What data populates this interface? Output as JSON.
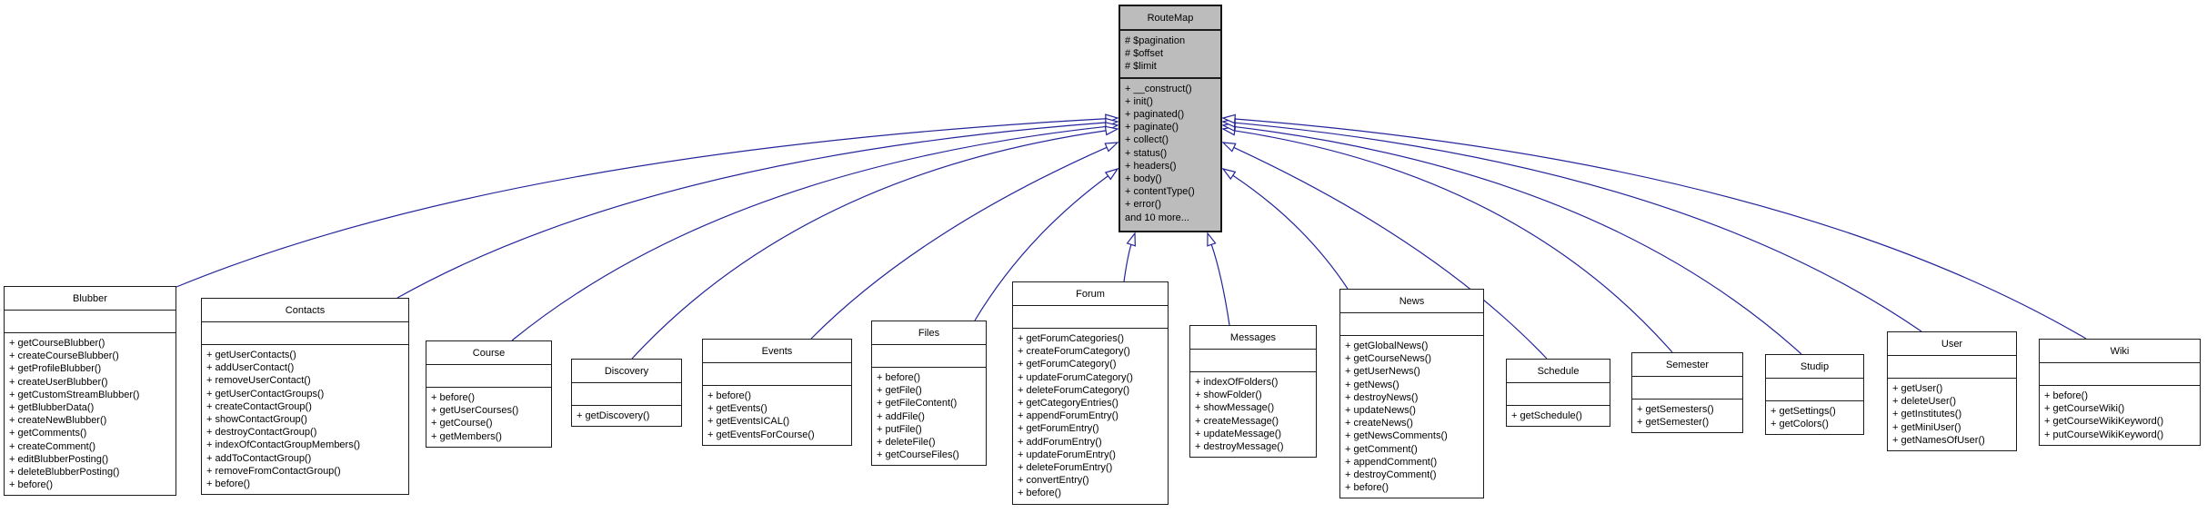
{
  "colors": {
    "edge": "#24249a",
    "highlight_fill": "#bcbcbc",
    "node_fill": "#ffffff",
    "border": "#1c1c1c",
    "arrow_fill": "#ffffff"
  },
  "classes": [
    {
      "name": "RouteMap",
      "highlighted": true,
      "attributes": [
        "# $pagination",
        "# $offset",
        "# $limit"
      ],
      "methods": [
        "+ __construct()",
        "+ init()",
        "+ paginated()",
        "+ paginate()",
        "+ collect()",
        "+ status()",
        "+ headers()",
        "+ body()",
        "+ contentType()",
        "+ error()"
      ],
      "overflow": "and 10 more..."
    },
    {
      "name": "Blubber",
      "attributes": [],
      "methods": [
        "+ getCourseBlubber()",
        "+ createCourseBlubber()",
        "+ getProfileBlubber()",
        "+ createUserBlubber()",
        "+ getCustomStreamBlubber()",
        "+ getBlubberData()",
        "+ createNewBlubber()",
        "+ getComments()",
        "+ createComment()",
        "+ editBlubberPosting()",
        "+ deleteBlubberPosting()",
        "+ before()"
      ]
    },
    {
      "name": "Contacts",
      "attributes": [],
      "methods": [
        "+ getUserContacts()",
        "+ addUserContact()",
        "+ removeUserContact()",
        "+ getUserContactGroups()",
        "+ createContactGroup()",
        "+ showContactGroup()",
        "+ destroyContactGroup()",
        "+ indexOfContactGroupMembers()",
        "+ addToContactGroup()",
        "+ removeFromContactGroup()",
        "+ before()"
      ]
    },
    {
      "name": "Course",
      "attributes": [],
      "methods": [
        "+ before()",
        "+ getUserCourses()",
        "+ getCourse()",
        "+ getMembers()"
      ]
    },
    {
      "name": "Discovery",
      "attributes": [],
      "methods": [
        "+ getDiscovery()"
      ]
    },
    {
      "name": "Events",
      "attributes": [],
      "methods": [
        "+ before()",
        "+ getEvents()",
        "+ getEventsICAL()",
        "+ getEventsForCourse()"
      ]
    },
    {
      "name": "Files",
      "attributes": [],
      "methods": [
        "+ before()",
        "+ getFile()",
        "+ getFileContent()",
        "+ addFile()",
        "+ putFile()",
        "+ deleteFile()",
        "+ getCourseFiles()"
      ]
    },
    {
      "name": "Forum",
      "attributes": [],
      "methods": [
        "+ getForumCategories()",
        "+ createForumCategory()",
        "+ getForumCategory()",
        "+ updateForumCategory()",
        "+ deleteForumCategory()",
        "+ getCategoryEntries()",
        "+ appendForumEntry()",
        "+ getForumEntry()",
        "+ addForumEntry()",
        "+ updateForumEntry()",
        "+ deleteForumEntry()",
        "+ convertEntry()",
        "+ before()"
      ]
    },
    {
      "name": "Messages",
      "attributes": [],
      "methods": [
        "+ indexOfFolders()",
        "+ showFolder()",
        "+ showMessage()",
        "+ createMessage()",
        "+ updateMessage()",
        "+ destroyMessage()"
      ]
    },
    {
      "name": "News",
      "attributes": [],
      "methods": [
        "+ getGlobalNews()",
        "+ getCourseNews()",
        "+ getUserNews()",
        "+ getNews()",
        "+ destroyNews()",
        "+ updateNews()",
        "+ createNews()",
        "+ getNewsComments()",
        "+ getComment()",
        "+ appendComment()",
        "+ destroyComment()",
        "+ before()"
      ]
    },
    {
      "name": "Schedule",
      "attributes": [],
      "methods": [
        "+ getSchedule()"
      ]
    },
    {
      "name": "Semester",
      "attributes": [],
      "methods": [
        "+ getSemesters()",
        "+ getSemester()"
      ]
    },
    {
      "name": "Studip",
      "attributes": [],
      "methods": [
        "+ getSettings()",
        "+ getColors()"
      ]
    },
    {
      "name": "User",
      "attributes": [],
      "methods": [
        "+ getUser()",
        "+ deleteUser()",
        "+ getInstitutes()",
        "+ getMiniUser()",
        "+ getNamesOfUser()"
      ]
    },
    {
      "name": "Wiki",
      "attributes": [],
      "methods": [
        "+ before()",
        "+ getCourseWiki()",
        "+ getCourseWikiKeyword()",
        "+ putCourseWikiKeyword()"
      ]
    }
  ],
  "relationships": [
    {
      "from": "Blubber",
      "to": "RouteMap",
      "type": "generalization"
    },
    {
      "from": "Contacts",
      "to": "RouteMap",
      "type": "generalization"
    },
    {
      "from": "Course",
      "to": "RouteMap",
      "type": "generalization"
    },
    {
      "from": "Discovery",
      "to": "RouteMap",
      "type": "generalization"
    },
    {
      "from": "Events",
      "to": "RouteMap",
      "type": "generalization"
    },
    {
      "from": "Files",
      "to": "RouteMap",
      "type": "generalization"
    },
    {
      "from": "Forum",
      "to": "RouteMap",
      "type": "generalization"
    },
    {
      "from": "Messages",
      "to": "RouteMap",
      "type": "generalization"
    },
    {
      "from": "News",
      "to": "RouteMap",
      "type": "generalization"
    },
    {
      "from": "Schedule",
      "to": "RouteMap",
      "type": "generalization"
    },
    {
      "from": "Semester",
      "to": "RouteMap",
      "type": "generalization"
    },
    {
      "from": "Studip",
      "to": "RouteMap",
      "type": "generalization"
    },
    {
      "from": "User",
      "to": "RouteMap",
      "type": "generalization"
    },
    {
      "from": "Wiki",
      "to": "RouteMap",
      "type": "generalization"
    }
  ]
}
